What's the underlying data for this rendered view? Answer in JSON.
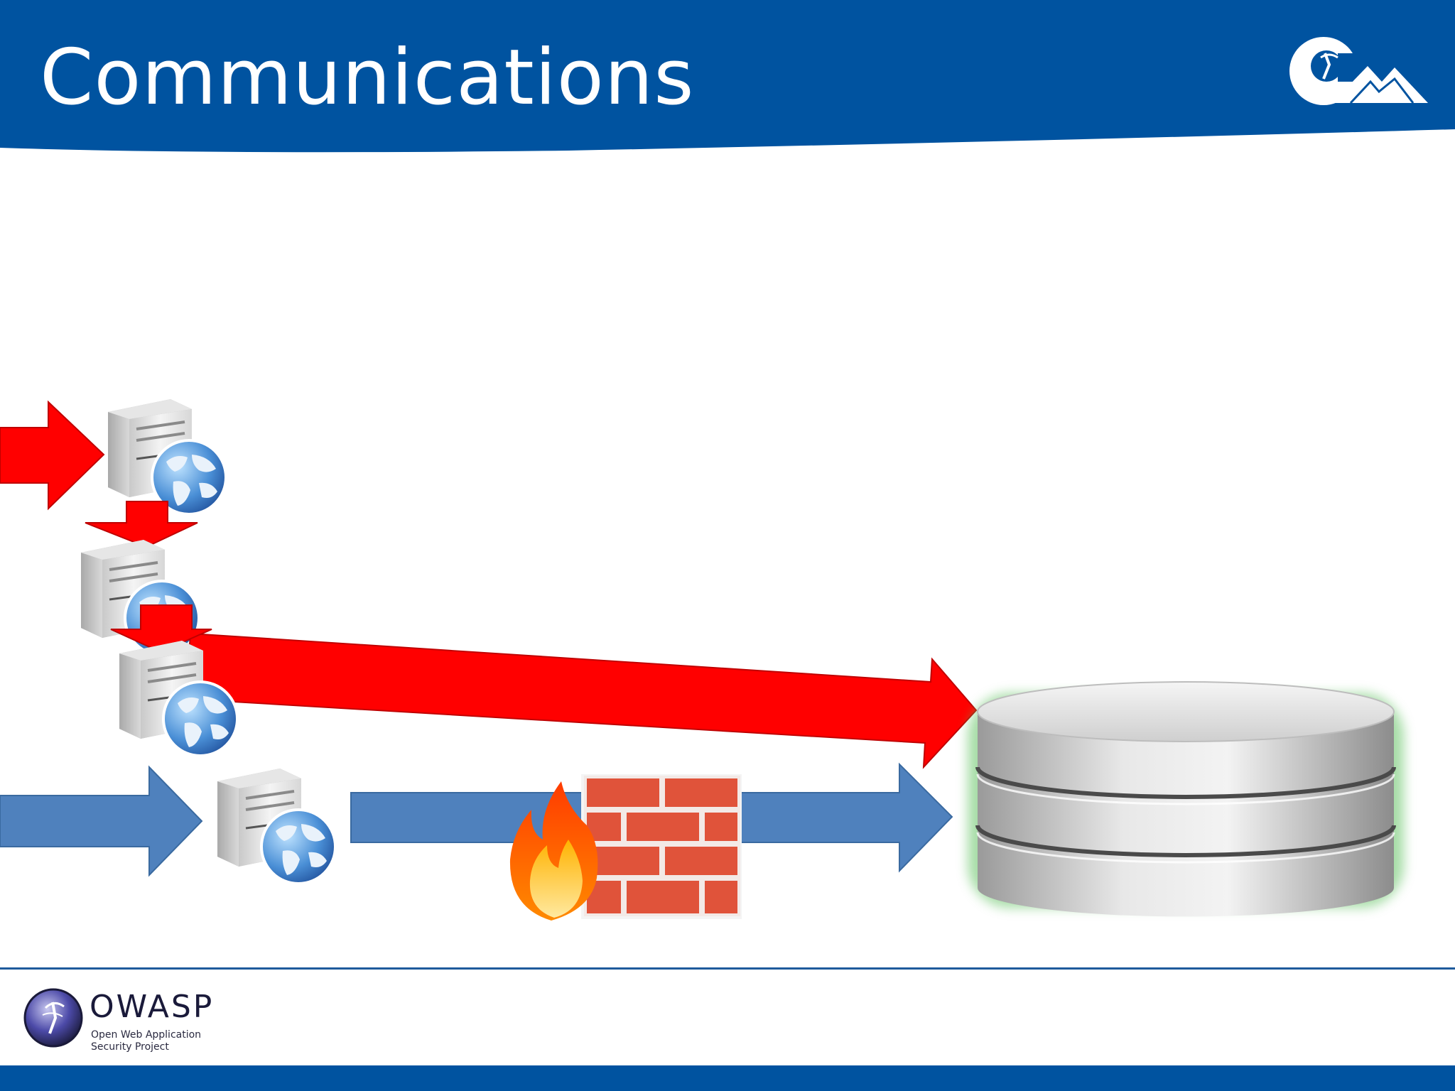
{
  "slide": {
    "title": "Communications"
  },
  "footer": {
    "org_name": "OWASP",
    "org_subtitle_line1": "Open Web Application",
    "org_subtitle_line2": "Security Project"
  },
  "colors": {
    "header_blue": "#0053a0",
    "attack_red": "#ff0000",
    "normal_blue": "#4f81bd",
    "brick_red": "#e0533a",
    "database_glow": "#5ec15e"
  },
  "icons": {
    "server": "web-server-icon",
    "firewall": "firewall-icon",
    "database": "database-icon",
    "corner_logo": "mountain-logo-icon",
    "footer_logo": "owasp-globe-icon"
  }
}
